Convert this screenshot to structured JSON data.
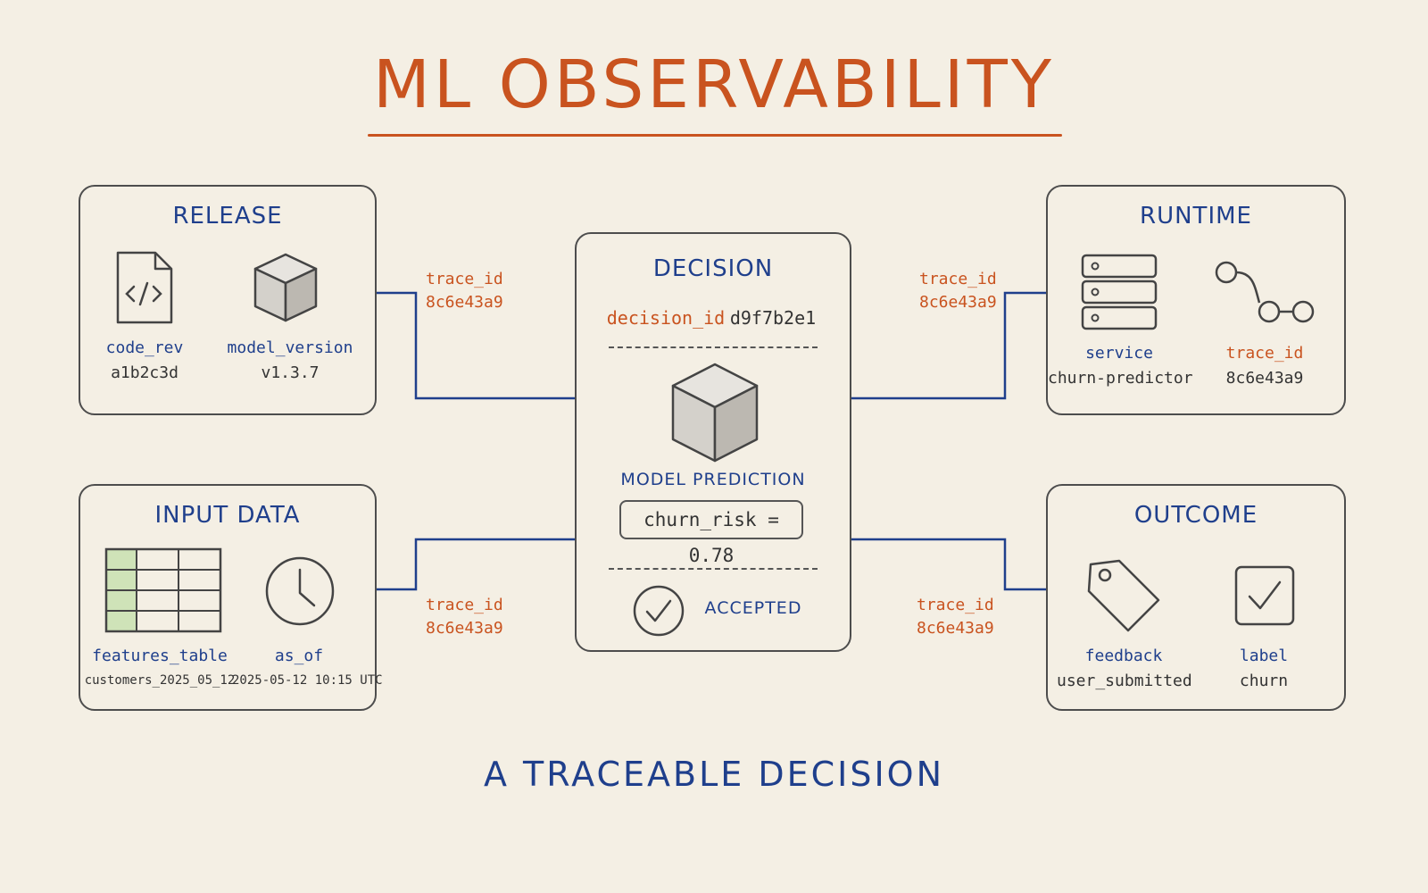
{
  "title": "ML OBSERVABILITY",
  "subtitle": "A TRACEABLE DECISION",
  "colors": {
    "accent": "#c9531f",
    "ink_blue": "#1f3f8c",
    "outline": "#4d4d4d",
    "background": "#f4efe4",
    "table_highlight": "#cfe3b8"
  },
  "release": {
    "title": "RELEASE",
    "items": [
      {
        "icon": "code-file-icon",
        "label": "code_rev",
        "value": "a1b2c3d"
      },
      {
        "icon": "cube-icon",
        "label": "model_version",
        "value": "v1.3.7"
      }
    ]
  },
  "input_data": {
    "title": "INPUT DATA",
    "items": [
      {
        "icon": "table-icon",
        "label": "features_table",
        "value": "customers_2025_05_12"
      },
      {
        "icon": "clock-icon",
        "label": "as_of",
        "value": "2025-05-12 10:15 UTC"
      }
    ]
  },
  "decision": {
    "title": "DECISION",
    "id_label": "decision_id",
    "id_value": "d9f7b2e1",
    "prediction_label": "MODEL PREDICTION",
    "prediction_value": "churn_risk = 0.78",
    "status": "ACCEPTED"
  },
  "runtime": {
    "title": "RUNTIME",
    "items": [
      {
        "icon": "server-icon",
        "label": "service",
        "value": "churn-predictor"
      },
      {
        "icon": "trace-path-icon",
        "label": "trace_id",
        "value": "8c6e43a9"
      }
    ]
  },
  "outcome": {
    "title": "OUTCOME",
    "items": [
      {
        "icon": "tag-icon",
        "label": "feedback",
        "value": "user_submitted"
      },
      {
        "icon": "checkbox-icon",
        "label": "label",
        "value": "churn"
      }
    ]
  },
  "connectors": [
    {
      "from": "release",
      "label": "trace_id",
      "value": "8c6e43a9"
    },
    {
      "from": "runtime",
      "label": "trace_id",
      "value": "8c6e43a9"
    },
    {
      "from": "input_data",
      "label": "trace_id",
      "value": "8c6e43a9"
    },
    {
      "from": "outcome",
      "label": "trace_id",
      "value": "8c6e43a9"
    }
  ]
}
